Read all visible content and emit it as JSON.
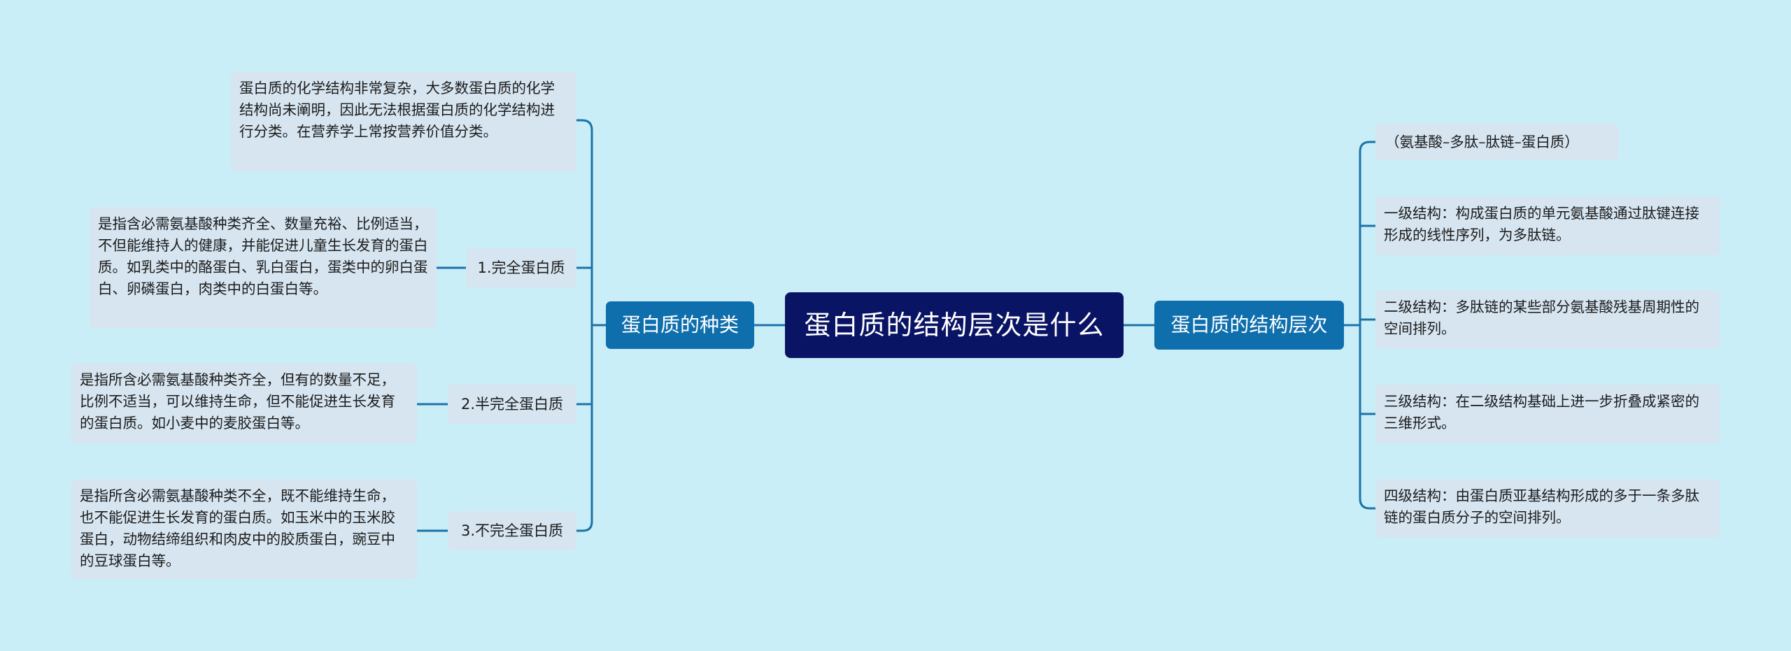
{
  "root": {
    "title": "蛋白质的结构层次是什么"
  },
  "left_branch": {
    "label": "蛋白质的种类",
    "intro": "蛋白质的化学结构非常复杂，大多数蛋白质的化学结构尚未阐明，因此无法根据蛋白质的化学结构进行分类。在营养学上常按营养价值分类。",
    "items": [
      {
        "label": "1.完全蛋白质",
        "desc": "是指含必需氨基酸种类齐全、数量充裕、比例适当，不但能维持人的健康，并能促进儿童生长发育的蛋白质。如乳类中的酪蛋白、乳白蛋白，蛋类中的卵白蛋白、卵磷蛋白，肉类中的白蛋白等。"
      },
      {
        "label": "2.半完全蛋白质",
        "desc": "是指所含必需氨基酸种类齐全，但有的数量不足，比例不适当，可以维持生命，但不能促进生长发育的蛋白质。如小麦中的麦胶蛋白等。"
      },
      {
        "label": "3.不完全蛋白质",
        "desc": "是指所含必需氨基酸种类不全，既不能维持生命，也不能促进生长发育的蛋白质。如玉米中的玉米胶蛋白，动物结缔组织和肉皮中的胶质蛋白，豌豆中的豆球蛋白等。"
      }
    ]
  },
  "right_branch": {
    "label": "蛋白质的结构层次",
    "items": [
      "（氨基酸–多肽–肽链–蛋白质）",
      "一级结构：构成蛋白质的单元氨基酸通过肽键连接形成的线性序列，为多肽链。",
      "二级结构：多肽链的某些部分氨基酸残基周期性的空间排列。",
      "三级结构：在二级结构基础上进一步折叠成紧密的三维形式。",
      "四级结构：由蛋白质亚基结构形成的多于一条多肽链的蛋白质分子的空间排列。"
    ]
  },
  "colors": {
    "background": "#c9eef7",
    "root": "#0a1464",
    "branch": "#0f6fad",
    "node": "#d6e5f0",
    "connector": "#1d73a8"
  }
}
